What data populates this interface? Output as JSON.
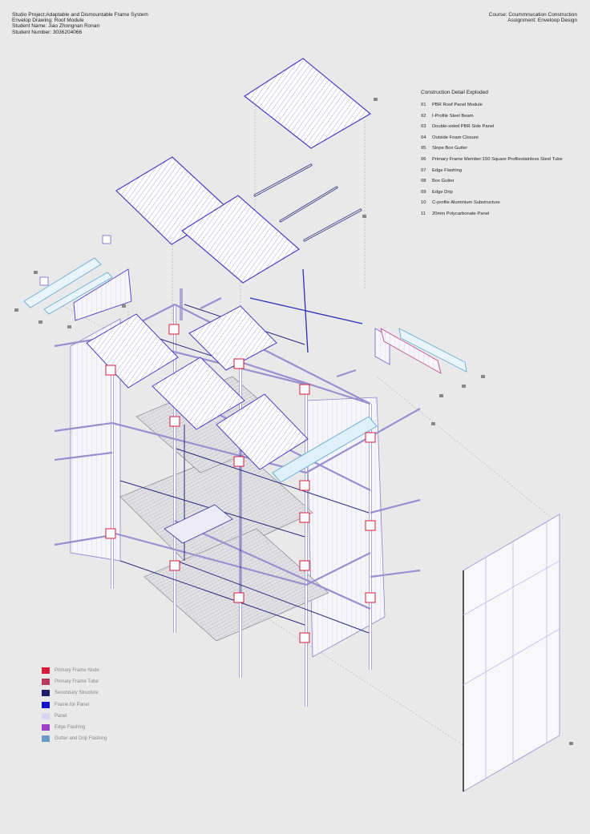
{
  "header": {
    "left": [
      "Studio Project:Adaptable and Dismountable Frame System",
      "Envelop Drawing: Roof Module",
      "Student Name: Jiao Zhongnan Ronan",
      "Student Number: 3036204066"
    ],
    "right": [
      "Course: Coummnucation Construction",
      "Assignment: Enveloop Design"
    ]
  },
  "legend": {
    "title": "Construction Detail Exploded",
    "items": [
      {
        "num": "01",
        "label": "PBR Roof Panel  Module"
      },
      {
        "num": "02",
        "label": "I-Profile Steel Beam"
      },
      {
        "num": "03",
        "label": "Double-sided PBR Side Panel"
      },
      {
        "num": "04",
        "label": "Outside Foam Closure"
      },
      {
        "num": "05",
        "label": "Slope Box Gutter"
      },
      {
        "num": "06",
        "label": "Primary Frame Member:150 Square Profilestainless Steel Tube"
      },
      {
        "num": "07",
        "label": "Edge Flashing"
      },
      {
        "num": "08",
        "label": "Box Gutter"
      },
      {
        "num": "09",
        "label": "Edge Drip"
      },
      {
        "num": "10",
        "label": "C-profile Aluminium Substructure"
      },
      {
        "num": "11",
        "label": "20mm Polycarbonate Panel"
      }
    ]
  },
  "color_legend": [
    {
      "label": "Primary Frame Node",
      "color": "#d81b3c"
    },
    {
      "label": "Primary Frame Tube",
      "color": "#b83a5c"
    },
    {
      "label": "Secondary Structure",
      "color": "#1e1e6e"
    },
    {
      "label": "Frame for Panel",
      "color": "#1414c8"
    },
    {
      "label": "Panel",
      "color": "#d9d6f2"
    },
    {
      "label": "Edge Flashing",
      "color": "#a040c8"
    },
    {
      "label": "Gutter and Drip Flashing",
      "color": "#6a9ac8"
    }
  ]
}
